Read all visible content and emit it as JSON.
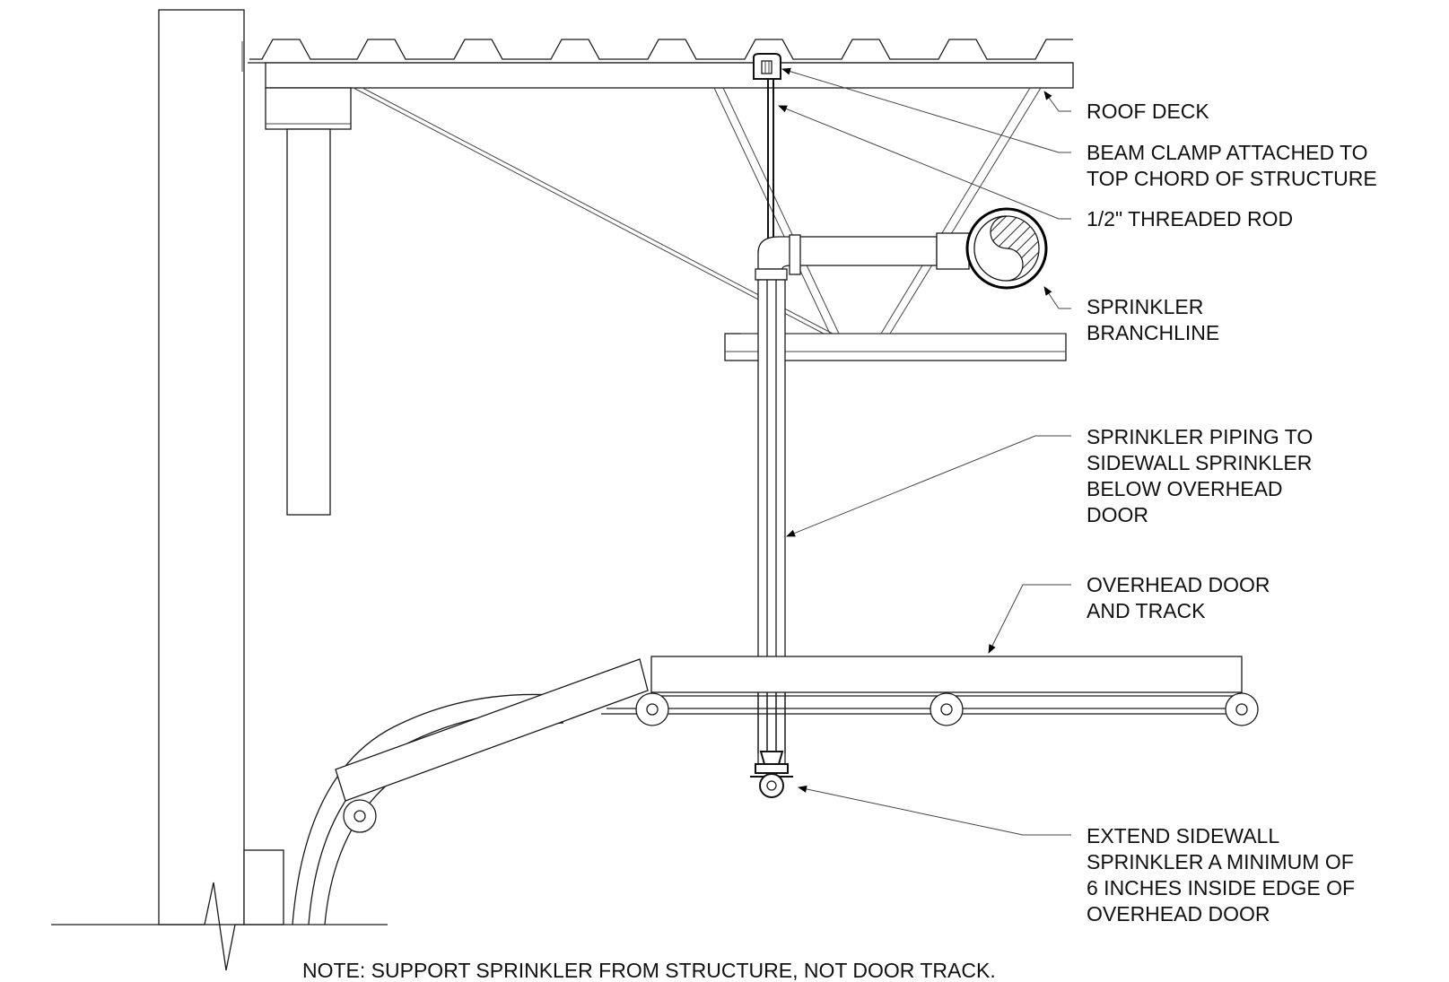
{
  "labels": {
    "roof_deck": [
      "ROOF DECK"
    ],
    "beam_clamp": [
      "BEAM CLAMP ATTACHED TO",
      "TOP CHORD OF STRUCTURE"
    ],
    "threaded_rod": [
      "1/2\" THREADED ROD"
    ],
    "branchline": [
      "SPRINKLER",
      "BRANCHLINE"
    ],
    "piping": [
      "SPRINKLER PIPING TO",
      "SIDEWALL SPRINKLER",
      "BELOW OVERHEAD",
      "DOOR"
    ],
    "door_track": [
      "OVERHEAD DOOR",
      "AND TRACK"
    ],
    "extend": [
      "EXTEND SIDEWALL",
      "SPRINKLER A MINIMUM OF",
      "6 INCHES INSIDE EDGE OF",
      "OVERHEAD DOOR"
    ]
  },
  "note": "NOTE: SUPPORT SPRINKLER FROM STRUCTURE, NOT DOOR TRACK."
}
